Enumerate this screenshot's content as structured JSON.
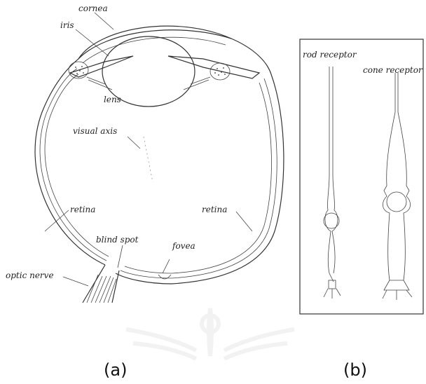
{
  "eye_diagram": {
    "labels": {
      "cornea": "cornea",
      "iris": "iris",
      "lens": "lens",
      "visual_axis": "visual axis",
      "retina_left": "retina",
      "retina_right": "retina",
      "blind_spot": "blind spot",
      "fovea": "fovea",
      "optic_nerve": "optic nerve"
    },
    "caption": "(a)"
  },
  "receptor_diagram": {
    "labels": {
      "rod": "rod receptor",
      "cone": "cone receptor"
    },
    "caption": "(b)"
  },
  "watermark": {
    "icon": "university-seal-watermark"
  }
}
